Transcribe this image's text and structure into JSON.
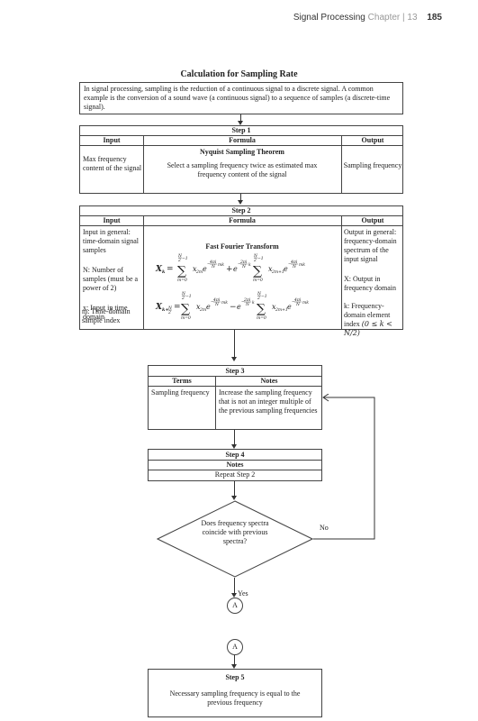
{
  "header": {
    "running_title": "Signal Processing",
    "chapter_label": "Chapter",
    "chapter_number": "13",
    "page_number": "185"
  },
  "diagram": {
    "title": "Calculation for Sampling Rate",
    "intro": "In signal processing, sampling is the reduction of a continuous signal to a discrete signal. A common example is the conversion of a sound wave (a continuous signal) to a sequence of samples (a discrete-time signal).",
    "step1": {
      "label": "Step 1",
      "col_input": "Input",
      "col_formula": "Formula",
      "col_output": "Output",
      "input": "Max frequency content of the signal",
      "formula_title": "Nyquist Sampling Theorem",
      "formula_text": "Select a sampling frequency twice as estimated max frequency content of the signal",
      "output": "Sampling frequency"
    },
    "step2": {
      "label": "Step 2",
      "col_input": "Input",
      "col_formula": "Formula",
      "col_output": "Output",
      "input_1": "Input in general: time-domain signal samples",
      "input_2": "N: Number of samples (must be a power of 2)",
      "input_3": "x: Input in time domain",
      "input_4": "m: Time-domain sample index",
      "formula_title": "Fast Fourier Transform",
      "output_1": "Output in general: frequency-domain spectrum of the input signal",
      "output_2": "X: Output in frequency domain",
      "output_3": "k: Frequency-domain element index",
      "output_3_cond": "(0 ≤ k < N/2)"
    },
    "step3": {
      "label": "Step 3",
      "col_terms": "Terms",
      "col_notes": "Notes",
      "term": "Sampling frequency",
      "note": "Increase the sampling frequency that is not an integer multiple of the previous sampling frequencies"
    },
    "step4": {
      "label": "Step 4",
      "col_notes": "Notes",
      "note": "Repeat Step 2"
    },
    "decision": {
      "question": "Does frequency spectra coincide with previous spectra?",
      "no_label": "No",
      "yes_label": "Yes"
    },
    "connector": "A",
    "step5": {
      "label": "Step 5",
      "text": "Necessary sampling frequency is equal to the previous frequency"
    }
  }
}
